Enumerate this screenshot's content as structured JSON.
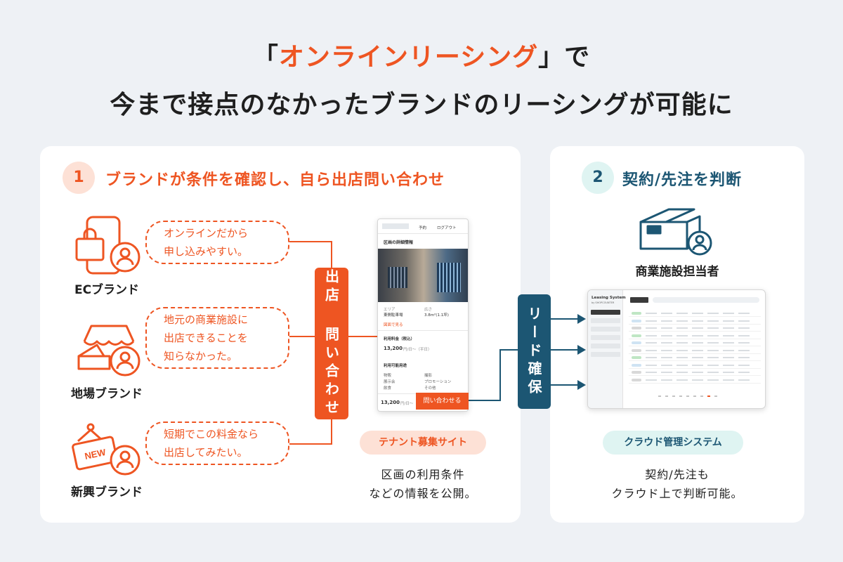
{
  "header": {
    "line1_open": "「",
    "line1_accent": "オンラインリーシング",
    "line1_close": "」で",
    "line2": "今まで接点のなかったブランドのリーシングが可能に"
  },
  "step1": {
    "number": "1",
    "title": "ブランドが条件を確認し、自ら出店問い合わせ",
    "brands": [
      {
        "label": "ECブランド",
        "bubble": [
          "オンラインだから",
          "申し込みやすい。"
        ]
      },
      {
        "label": "地場ブランド",
        "bubble": [
          "地元の商業施設に",
          "出店できることを",
          "知らなかった。"
        ]
      },
      {
        "label": "新興ブランド",
        "bubble": [
          "短期でこの料金なら",
          "出店してみたい。"
        ]
      }
    ],
    "inquiry_box": "出店 問い合わせ",
    "site": {
      "header_links": [
        "予約",
        "ログアウト"
      ],
      "section_title": "区画の詳細情報",
      "area_label": "エリア",
      "area_value": "東側駐車場",
      "size_label": "広さ",
      "size_value": "3.8m²(1.1坪)",
      "layout_link": "図面で見る",
      "price_label": "利用料金（税込）",
      "price_value": "13,200",
      "price_unit": "円/日〜（平日）",
      "purpose_label": "利用可能用途",
      "purposes": [
        "物販",
        "展示会",
        "飲食",
        "撮影",
        "プロモーション",
        "その他"
      ],
      "footer_price": "13,200",
      "footer_unit": "円/日〜",
      "cta": "問い合わせる"
    },
    "site_pill": "テナント募集サイト",
    "site_caption": [
      "区画の利用条件",
      "などの情報を公開。"
    ]
  },
  "lead_box": "リード確保",
  "step2": {
    "number": "2",
    "title": "契約/先注を判断",
    "person_label": "商業施設担当者",
    "system": {
      "brand": "Leasing System",
      "sub": "by SHOPCOUNTER"
    },
    "system_pill": "クラウド管理システム",
    "system_caption": [
      "契約/先注も",
      "クラウド上で判断可能。"
    ]
  },
  "colors": {
    "orange": "#ee5522",
    "navy": "#1c5673",
    "teal_bg": "#dff4f2"
  }
}
